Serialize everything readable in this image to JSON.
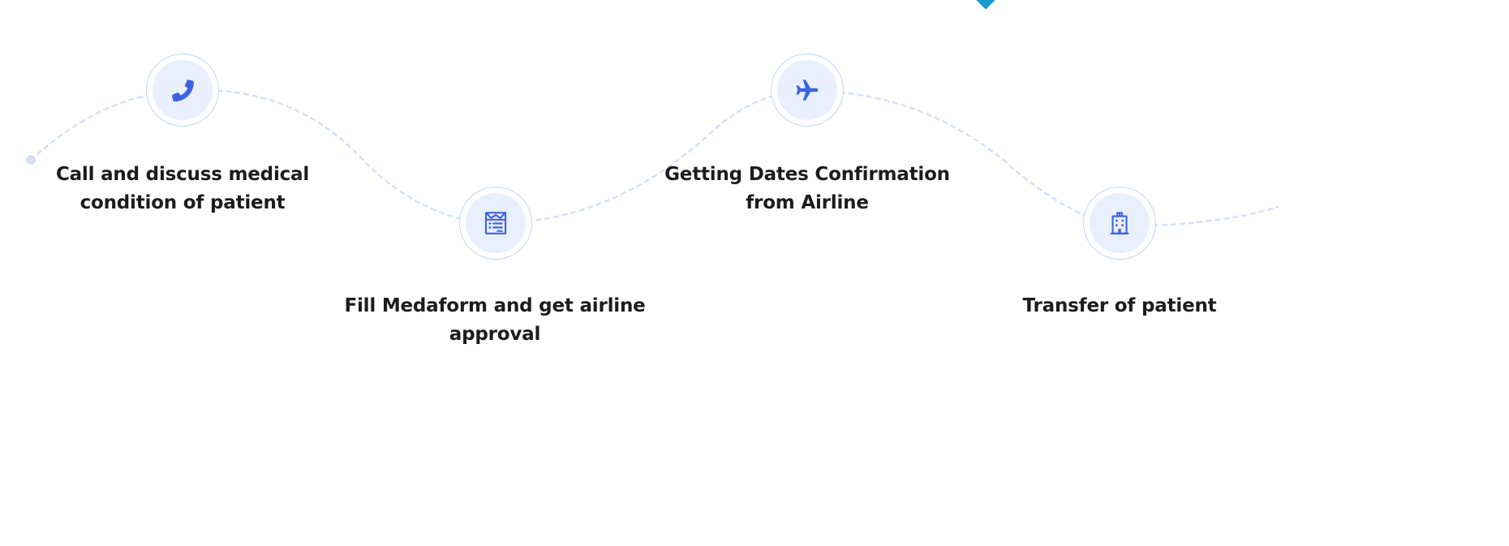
{
  "colors": {
    "accent": "#3d63e0",
    "icon_circle_bg": "#e9effd",
    "icon_circle_border": "#c6d3f6",
    "connector": "#d7dff8",
    "marker": "#1a9ad1",
    "label_text": "#1c1c1c"
  },
  "process": {
    "steps": [
      {
        "icon": "phone-icon",
        "label": "Call and discuss medical condition of patient"
      },
      {
        "icon": "form-icon",
        "label": "Fill Medaform and get airline approval"
      },
      {
        "icon": "airplane-icon",
        "label": "Getting Dates Confirmation from Airline"
      },
      {
        "icon": "hospital-building-icon",
        "label": "Transfer of patient"
      }
    ]
  }
}
